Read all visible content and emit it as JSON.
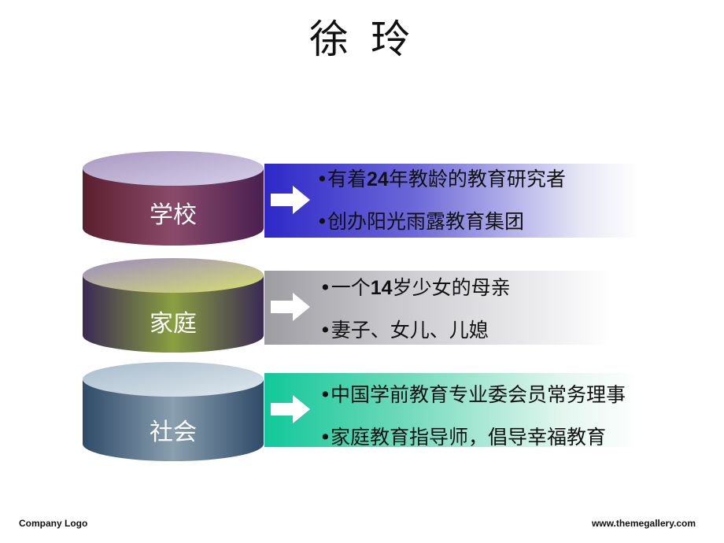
{
  "title": "徐 玲",
  "rows": [
    {
      "label": "学校",
      "lines": [
        {
          "bullet": "•",
          "pre": "有着",
          "bold": "24",
          "post": "年教龄的教育研究者"
        },
        {
          "bullet": "•",
          "pre": "创办阳光雨露教育集团",
          "bold": "",
          "post": ""
        }
      ],
      "colors": {
        "side": "#6b2a3a",
        "top": "#c9bfe0",
        "panel": "#3a33c9"
      }
    },
    {
      "label": "家庭",
      "lines": [
        {
          "bullet": "•",
          "pre": "一个",
          "bold": "14",
          "post": "岁少女的母亲"
        },
        {
          "bullet": "•",
          "pre": "妻子、女儿、儿媳",
          "bold": "",
          "post": ""
        }
      ],
      "colors": {
        "side": "#4a3a66",
        "top": "#b8d04a",
        "panel": "#9a9aa0"
      }
    },
    {
      "label": "社会",
      "lines": [
        {
          "bullet": "•",
          "pre": "中国学前教育专业委会员常务理事",
          "bold": "",
          "post": ""
        },
        {
          "bullet": "•",
          "pre": "家庭教育指导师，倡导幸福教育",
          "bold": "",
          "post": ""
        }
      ],
      "colors": {
        "side": "#3f5a78",
        "top": "#c8d8e0",
        "panel": "#19c9a0"
      }
    }
  ],
  "footer": {
    "left": "Company Logo",
    "right": "www.themegallery.com"
  }
}
